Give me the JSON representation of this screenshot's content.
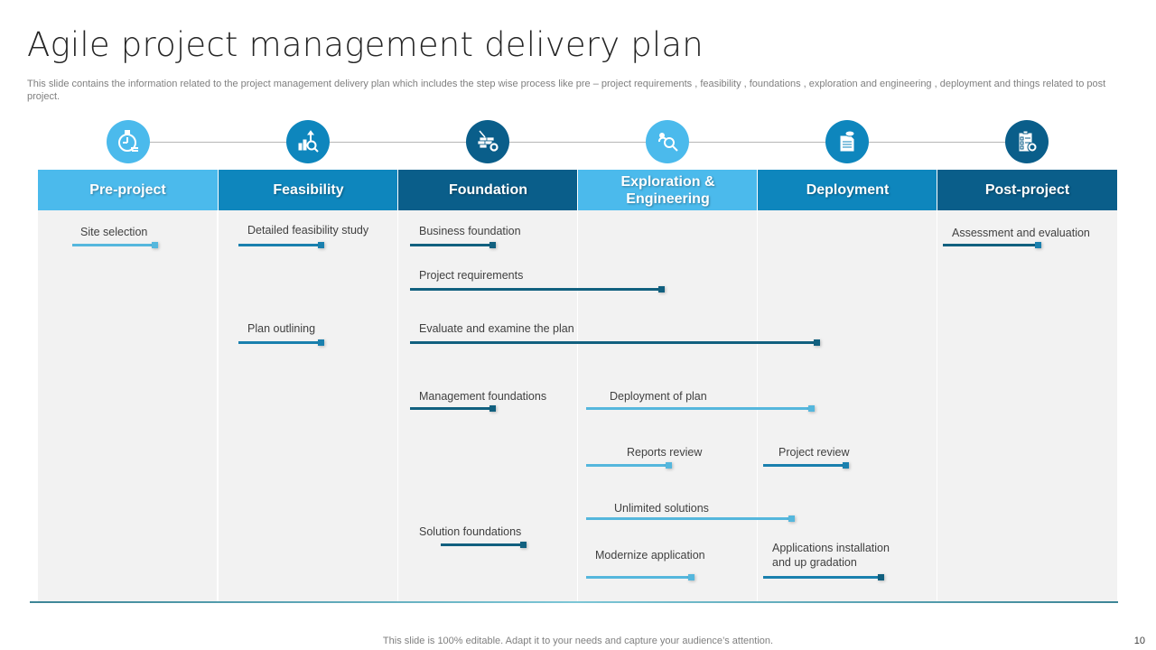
{
  "slide": {
    "title": "Agile project management delivery plan",
    "subtitle": "This slide contains the information related to the project management delivery plan which includes the step wise process like pre – project requirements , feasibility , foundations , exploration and engineering , deployment and things related to post project.",
    "footer": "This slide is 100% editable. Adapt it to your needs and capture your audience’s attention.",
    "page_number": "10"
  },
  "colors": {
    "light_blue": "#4bbaec",
    "mid_blue": "#0e86bd",
    "dark_blue": "#0a5e8a",
    "bar_light": "#55b7dd",
    "bar_mid": "#1a80ae",
    "bar_dark": "#11607f",
    "panel_bg": "#f2f2f2"
  },
  "phases": [
    {
      "label": "Pre-project",
      "icon": "stopwatch-icon"
    },
    {
      "label": "Feasibility",
      "icon": "chart-growth-gear-icon"
    },
    {
      "label": "Foundation",
      "icon": "bricks-gear-icon"
    },
    {
      "label": "Exploration & Engineering",
      "icon": "explore-magnifier-icon"
    },
    {
      "label": "Deployment",
      "icon": "document-cloud-icon"
    },
    {
      "label": "Post-project",
      "icon": "checklist-gear-icon"
    }
  ],
  "tasks": [
    {
      "label": "Site selection",
      "phase": "Pre-project"
    },
    {
      "label": "Detailed feasibility study",
      "phase": "Feasibility"
    },
    {
      "label": "Plan outlining",
      "phase": "Feasibility"
    },
    {
      "label": "Business foundation",
      "phase": "Foundation"
    },
    {
      "label": "Project requirements",
      "phase": "Foundation → Exploration & Engineering"
    },
    {
      "label": "Evaluate and examine the plan",
      "phase": "Foundation → Deployment"
    },
    {
      "label": "Management foundations",
      "phase": "Foundation"
    },
    {
      "label": "Solution foundations",
      "phase": "Foundation"
    },
    {
      "label": "Deployment of plan",
      "phase": "Exploration & Engineering → Deployment"
    },
    {
      "label": "Reports review",
      "phase": "Exploration & Engineering"
    },
    {
      "label": "Unlimited solutions",
      "phase": "Exploration & Engineering → Deployment"
    },
    {
      "label": "Modernize application",
      "phase": "Exploration & Engineering"
    },
    {
      "label": "Project review",
      "phase": "Deployment"
    },
    {
      "label": "Applications installation and up gradation",
      "phase": "Deployment"
    },
    {
      "label": "Assessment and evaluation",
      "phase": "Post-project"
    }
  ]
}
